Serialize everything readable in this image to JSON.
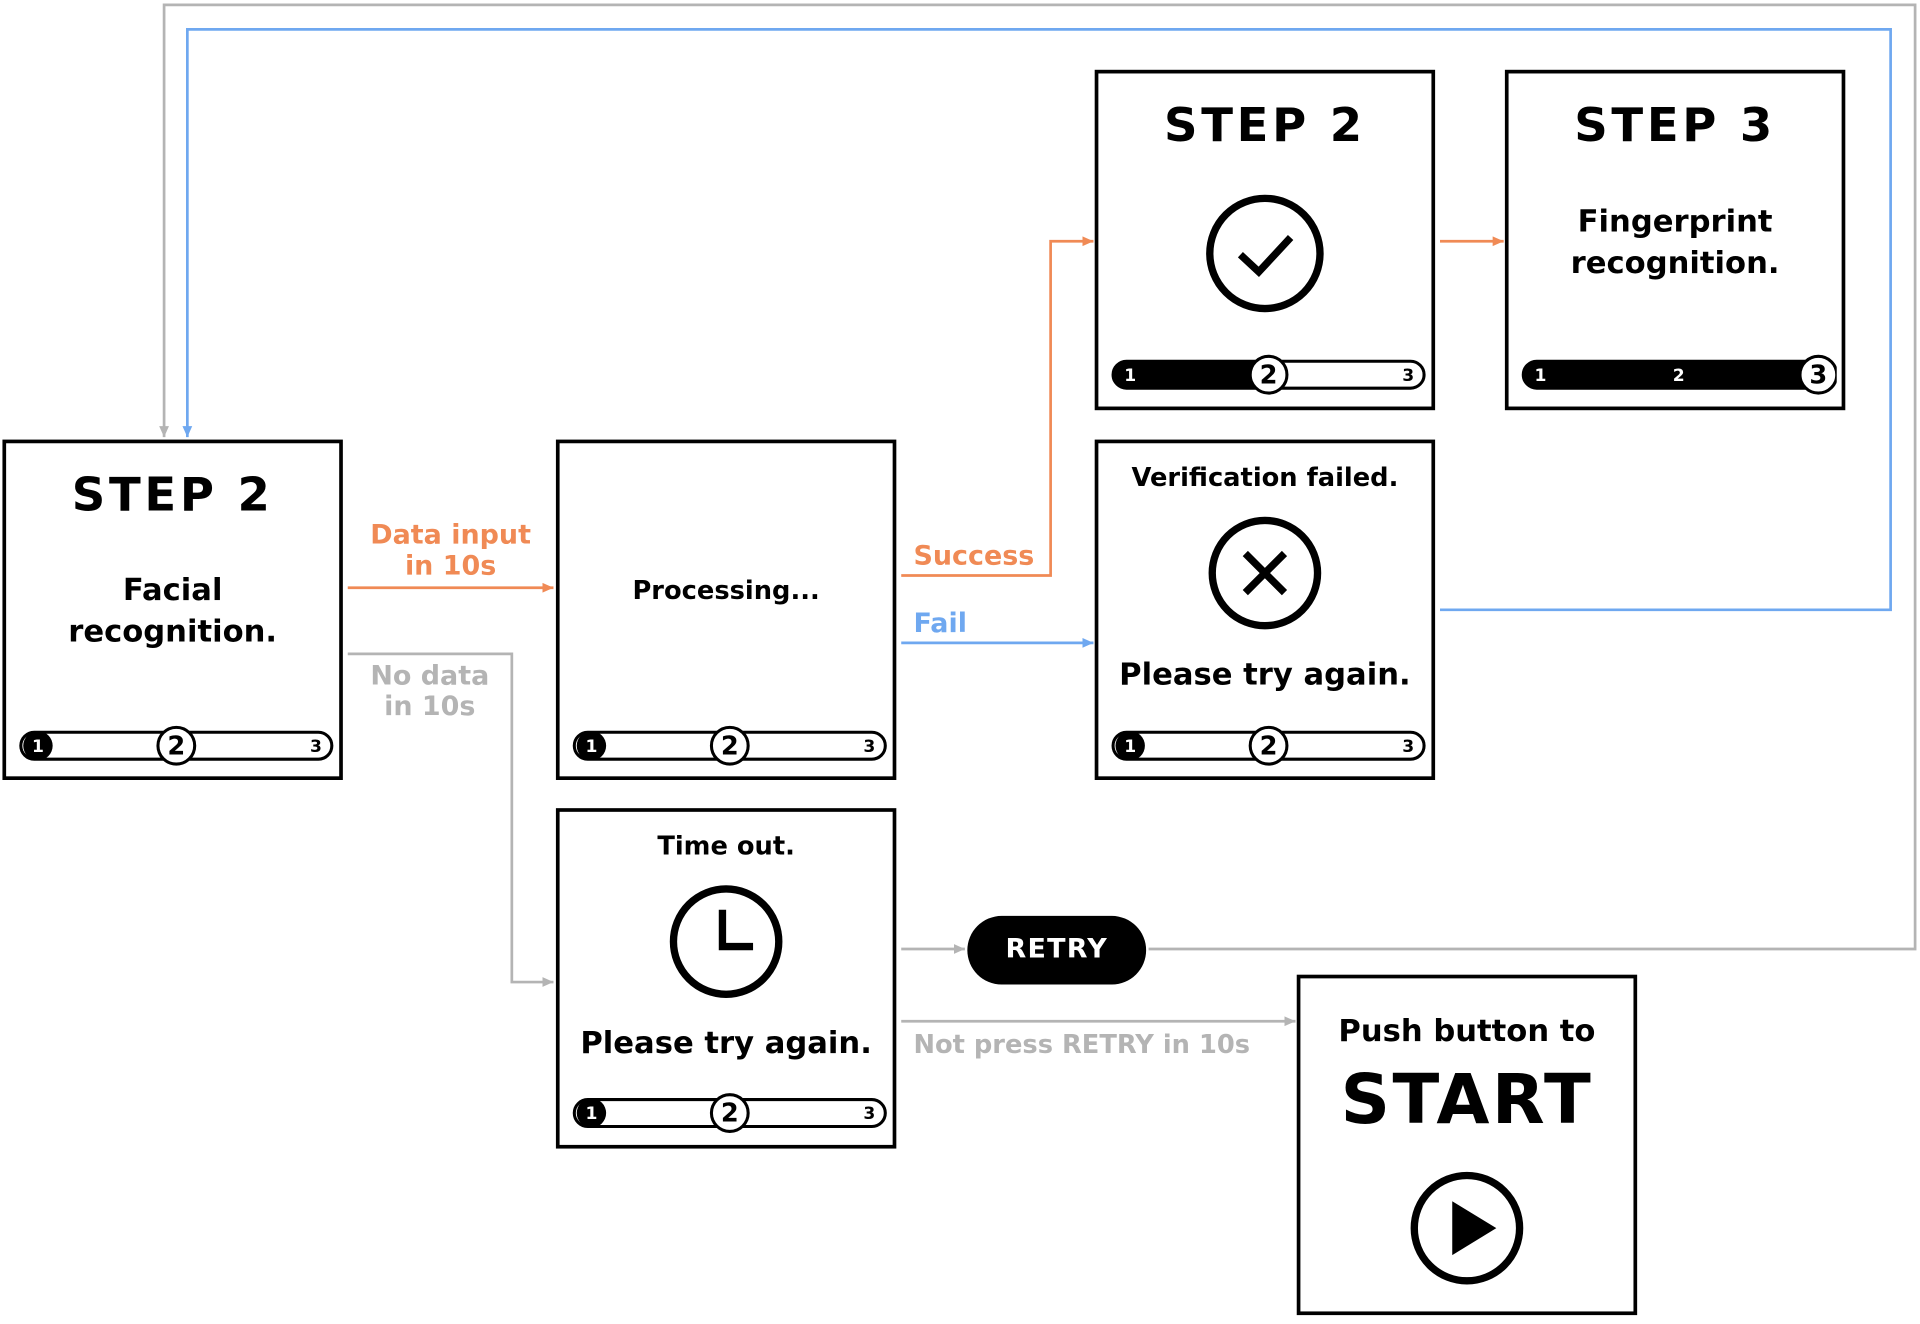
{
  "screens": {
    "facial": {
      "title": "STEP 2",
      "message": "Facial\nrecognition.",
      "progress": {
        "done": [],
        "current": 2,
        "labels": [
          "1",
          "2",
          "3"
        ]
      }
    },
    "processing": {
      "message": "Processing...",
      "progress": {
        "done": [],
        "current": 2,
        "labels": [
          "1",
          "2",
          "3"
        ]
      }
    },
    "success": {
      "title": "STEP 2",
      "progress": {
        "done": [
          1
        ],
        "current": 2,
        "labels": [
          "1",
          "2",
          "3"
        ]
      }
    },
    "step3": {
      "title": "STEP 3",
      "message": "Fingerprint\nrecognition.",
      "progress": {
        "done": [
          1,
          2
        ],
        "current": 3,
        "labels": [
          "1",
          "2",
          "3"
        ]
      }
    },
    "failed": {
      "header": "Verification failed.",
      "message": "Please try again.",
      "progress": {
        "done": [],
        "current": 2,
        "labels": [
          "1",
          "2",
          "3"
        ]
      }
    },
    "timeout": {
      "header": "Time out.",
      "message": "Please try again.",
      "progress": {
        "done": [],
        "current": 2,
        "labels": [
          "1",
          "2",
          "3"
        ]
      }
    },
    "start": {
      "header": "Push button to",
      "title": "START"
    }
  },
  "labels": {
    "data_input": "Data input\nin 10s",
    "no_data": "No data\nin 10s",
    "success": "Success",
    "fail": "Fail",
    "not_press": "Not press RETRY in 10s"
  },
  "retry_button": "RETRY",
  "icons": {
    "success": "check-circle-icon",
    "failed": "x-circle-icon",
    "timeout": "clock-icon",
    "start": "play-circle-icon"
  },
  "colors": {
    "success_path": "#f08a55",
    "fail_path": "#6fa8f0",
    "timeout_path": "#b4b4b4"
  }
}
